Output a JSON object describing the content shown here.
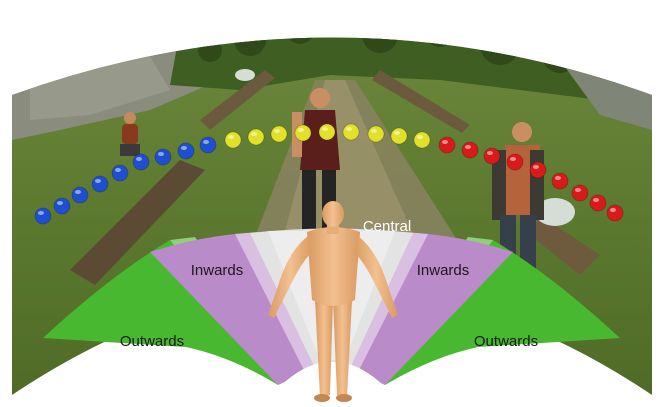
{
  "labels": {
    "central": "Central",
    "inwards_left": "Inwards",
    "inwards_right": "Inwards",
    "outwards_left": "Outwards",
    "outwards_right": "Outwards"
  },
  "colors": {
    "central": "#e3e3e3",
    "inwards": "#b98bc9",
    "outwards": "#47b82f",
    "left_balls": "#1f4fd1",
    "center_balls": "#e1e12a",
    "right_balls": "#d91a1a",
    "label_text": "#1a1a1a",
    "central_text": "#ffffff"
  },
  "balls": {
    "left_count": 9,
    "center_count": 9,
    "right_count": 9
  }
}
